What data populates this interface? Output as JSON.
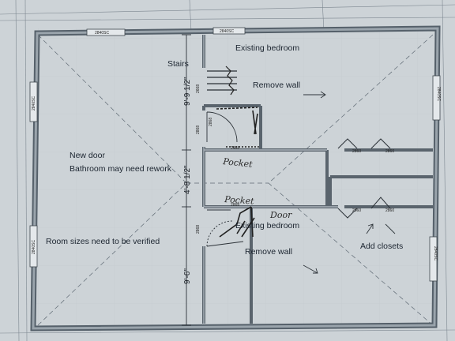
{
  "labels": {
    "stairs": "Stairs",
    "existing_bedroom_top": "Existing bedroom",
    "remove_wall_top": "Remove wall",
    "new_door": "New door",
    "bathroom_note": "Bathroom may need rework",
    "room_sizes_note": "Room sizes need to be verified",
    "existing_bedroom_bottom": "Existing bedroom",
    "remove_wall_bottom": "Remove wall",
    "add_closets": "Add closets"
  },
  "handwritten": {
    "pocket_upper": "Pocket",
    "pocket_lower": "Pocket",
    "door": "Door"
  },
  "dimensions": {
    "top": "9'-9 1/2\"",
    "middle": "4'-8 1/2\"",
    "bottom": "9'-6\""
  },
  "window_tags": {
    "top_left": "2840SC",
    "top_right": "2840SC",
    "left_upper": "2840SC",
    "left_lower": "2840SC",
    "right_upper": "2840SC",
    "right_lower": "2840SC"
  },
  "door_tags": {
    "stairs_door": "2668",
    "upper_door": "2868",
    "mid_door": "2868",
    "lower_door": "2868",
    "pocket_upper": "2468",
    "pocket_lower": "2868",
    "closet_1a": "2860",
    "closet_1b": "2860",
    "closet_2a": "2860",
    "closet_2b": "2860"
  }
}
